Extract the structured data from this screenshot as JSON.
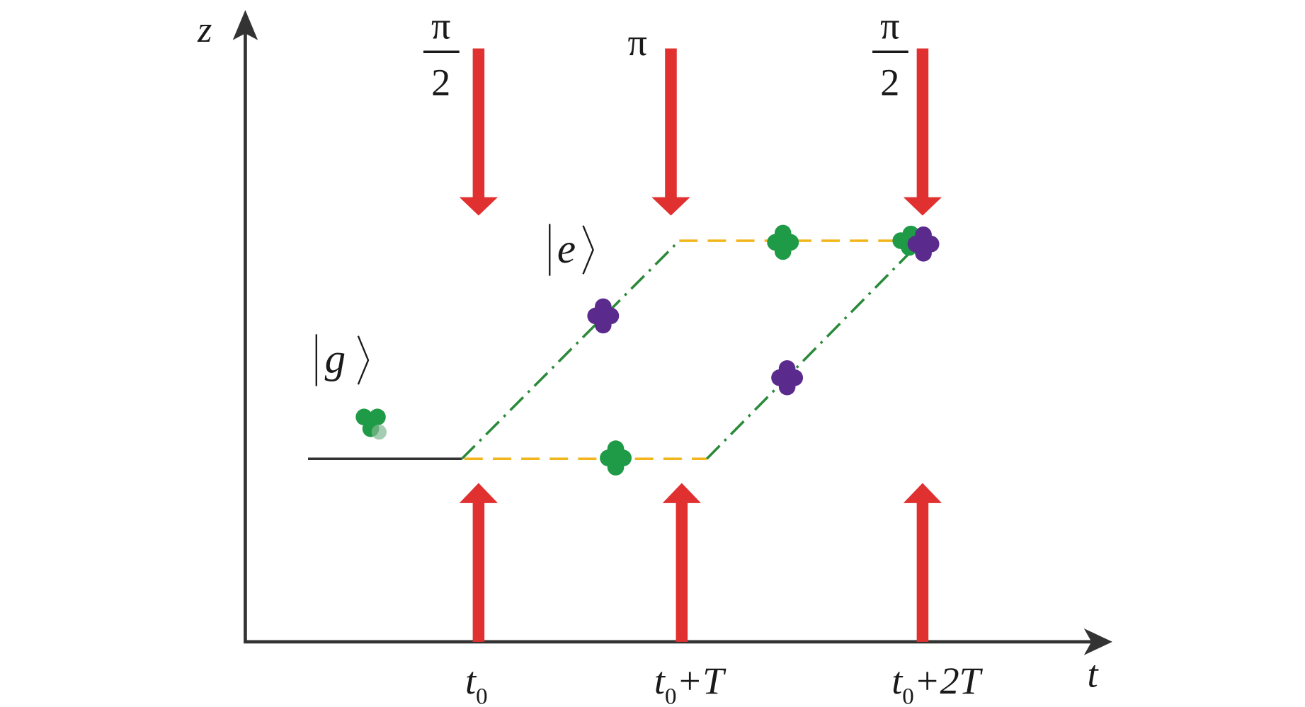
{
  "axes": {
    "y_label": "z",
    "x_label": "t"
  },
  "pulses": [
    {
      "name": "pi-over-2-first",
      "num": "π",
      "den": "2",
      "time_base": "t",
      "time_sub": "0",
      "time_rest": ""
    },
    {
      "name": "pi",
      "num": "π",
      "den": "",
      "time_base": "t",
      "time_sub": "0",
      "time_rest": "+T"
    },
    {
      "name": "pi-over-2-last",
      "num": "π",
      "den": "2",
      "time_base": "t",
      "time_sub": "0",
      "time_rest": "+2T"
    }
  ],
  "states": {
    "ground": "g",
    "excited": "e"
  },
  "colors": {
    "laser": "#e03030",
    "ground_path": "#f2b51c",
    "diag_path": "#2a8a3a",
    "atom_green": "#1f9a47",
    "atom_purple": "#5a2a8c",
    "axis": "#333333"
  }
}
